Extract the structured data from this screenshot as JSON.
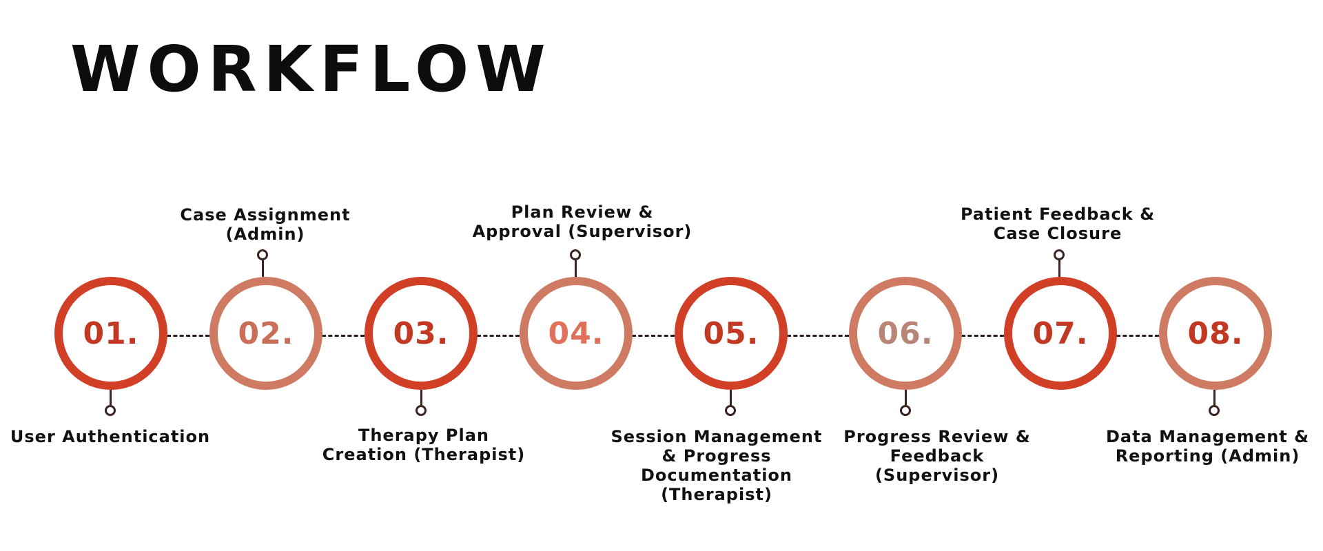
{
  "title": "WORKFLOW",
  "colors": {
    "red": "#d13f27",
    "salmon": "#cf7a62",
    "coral": "#e0705c",
    "mauve": "#b98577",
    "connector": "#2a1b17"
  },
  "steps": [
    {
      "number": "01.",
      "label": "User Authentication",
      "label_position": "bottom"
    },
    {
      "number": "02.",
      "label": "Case Assignment\n(Admin)",
      "label_position": "top"
    },
    {
      "number": "03.",
      "label": "Therapy Plan\nCreation (Therapist)",
      "label_position": "bottom"
    },
    {
      "number": "04.",
      "label": "Plan Review &\nApproval (Supervisor)",
      "label_position": "top"
    },
    {
      "number": "05.",
      "label": "Session Management\n& Progress\nDocumentation\n(Therapist)",
      "label_position": "bottom"
    },
    {
      "number": "06.",
      "label": "Progress Review &\nFeedback\n(Supervisor)",
      "label_position": "bottom"
    },
    {
      "number": "07.",
      "label": "Patient Feedback &\nCase Closure",
      "label_position": "top"
    },
    {
      "number": "08.",
      "label": "Data Management &\nReporting (Admin)",
      "label_position": "bottom"
    }
  ]
}
